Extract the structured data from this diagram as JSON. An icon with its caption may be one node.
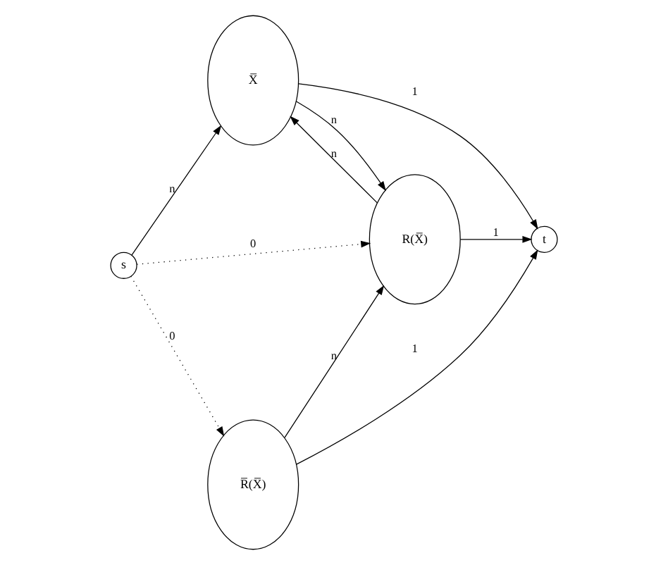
{
  "diagram": {
    "nodes": [
      {
        "text": [
          "s"
        ]
      },
      {
        "text": [
          "X̅"
        ]
      },
      {
        "text": [
          "R(X̅)"
        ]
      },
      {
        "text": [
          "R̅(X̅)"
        ]
      },
      {
        "text": [
          "t"
        ]
      }
    ],
    "edges": [
      {
        "from": 0,
        "to": 1,
        "arrow": "to",
        "label": "n"
      },
      {
        "from": 1,
        "to": 4,
        "arrow": "to",
        "label": "1"
      },
      {
        "from": 1,
        "to": 2,
        "arrow": "to",
        "label": "n"
      },
      {
        "from": 2,
        "to": 1,
        "arrow": "to",
        "label": "n"
      },
      {
        "from": 0,
        "to": 2,
        "arrow": "to",
        "label": "0",
        "style": "dashed"
      },
      {
        "from": 0,
        "to": 3,
        "arrow": "to",
        "label": "0",
        "style": "dashed"
      },
      {
        "from": 3,
        "to": 2,
        "arrow": "to",
        "label": "n"
      },
      {
        "from": 2,
        "to": 4,
        "arrow": "to",
        "label": "1"
      },
      {
        "from": 3,
        "to": 4,
        "arrow": "to",
        "label": "1"
      }
    ]
  }
}
